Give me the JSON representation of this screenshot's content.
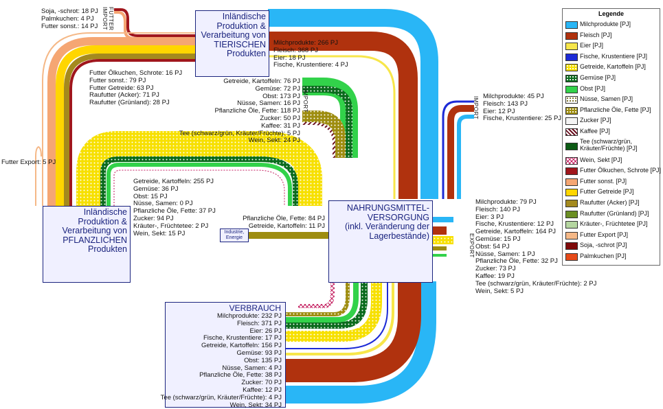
{
  "legend": {
    "title": "Legende",
    "items": [
      {
        "label": "Milchprodukte [PJ]",
        "color": "#29b6f6",
        "pattern": "solid"
      },
      {
        "label": "Fleisch [PJ]",
        "color": "#b0320e",
        "pattern": "solid"
      },
      {
        "label": "Eier [PJ]",
        "color": "#f7e64a",
        "pattern": "solid"
      },
      {
        "label": "Fische, Krustentiere [PJ]",
        "color": "#1c2ad6",
        "pattern": "solid"
      },
      {
        "label": "Getreide, Kartoffeln [PJ]",
        "color": "#f7e000",
        "pattern": "dots"
      },
      {
        "label": "Gemüse [PJ]",
        "color": "#0b6b1d",
        "pattern": "dots"
      },
      {
        "label": "Obst [PJ]",
        "color": "#32d24a",
        "pattern": "solid"
      },
      {
        "label": "Nüsse, Samen [PJ]",
        "color": "#ffffff",
        "pattern": "dots-dark"
      },
      {
        "label": "Pflanzliche Öle, Fette [PJ]",
        "color": "#9e8d10",
        "pattern": "dots"
      },
      {
        "label": "Zucker [PJ]",
        "color": "#f4f4f4",
        "pattern": "solid"
      },
      {
        "label": "Kaffee [PJ]",
        "color": "#6b1020",
        "pattern": "hatch"
      },
      {
        "label": "Tee (schwarz/grün,\nKräuter/Früchte) [PJ]",
        "color": "#0b5a14",
        "pattern": "solid",
        "tall": true
      },
      {
        "label": "Wein, Sekt [PJ]",
        "color": "#c2185b",
        "pattern": "cross"
      },
      {
        "label": "Futter Ölkuchen, Schrote [PJ]",
        "color": "#a0161c",
        "pattern": "solid"
      },
      {
        "label": "Futter sonst. [PJ]",
        "color": "#f5a673",
        "pattern": "solid"
      },
      {
        "label": "Futter Getreide [PJ]",
        "color": "#ffd600",
        "pattern": "solid"
      },
      {
        "label": "Raufutter (Acker) [PJ]",
        "color": "#a48a1e",
        "pattern": "solid"
      },
      {
        "label": "Raufutter (Grünland) [PJ]",
        "color": "#6b8e23",
        "pattern": "solid"
      },
      {
        "label": "Kräuter-, Früchtetee [PJ]",
        "color": "#b5d6a0",
        "pattern": "solid"
      },
      {
        "label": "Futter Export [PJ]",
        "color": "#f5b887",
        "pattern": "solid"
      },
      {
        "label": "Soja, -schrot [PJ]",
        "color": "#7f0b0b",
        "pattern": "solid"
      },
      {
        "label": "Palmkuchen [PJ]",
        "color": "#e64a19",
        "pattern": "solid"
      }
    ]
  },
  "boxes": {
    "tierisch": "Inländische\nProduktion &\nVerarbeitung von\nTIERISCHEN\nProdukten",
    "pflanzlich": "Inländische\nProduktion &\nVerarbeitung von\nPFLANZLICHEN\nProdukten",
    "versorgung": "NAHRUNGSMITTEL-\nVERSORGUNG\n(inkl. Veränderung der\nLagerbestände)",
    "verbrauch": "VERBRAUCH",
    "industrie": "Industrie,\nEnergie"
  },
  "vertical_labels": {
    "futter_import": "FUTTER IMPORT",
    "import_mid": "IMPORT",
    "import_right": "IMPORT",
    "export": "EXPORT"
  },
  "labels": {
    "futter_import": [
      "Soja, -schrot: 18 PJ",
      "Palmkuchen: 4 PJ",
      "Futter sonst.: 14 PJ"
    ],
    "tier_out": [
      "Milchprodukte: 266 PJ",
      "Fleisch: 368 PJ",
      "Eier: 18 PJ",
      "Fische, Krustentiere: 4 PJ"
    ],
    "futter_in": [
      "Futter Ölkuchen, Schrote: 16 PJ",
      "Futter sonst.: 79 PJ",
      "Futter Getreide: 63 PJ",
      "Raufutter (Acker): 71 PJ",
      "Raufutter (Grünland): 28 PJ"
    ],
    "import_pflanz": [
      "Getreide, Kartoffeln: 76 PJ",
      "Gemüse: 72 PJ",
      "Obst: 173 PJ",
      "Nüsse, Samen: 16 PJ",
      "Pflanzliche Öle, Fette: 118 PJ",
      "Zucker: 50 PJ",
      "Kaffee: 31 PJ",
      "Tee (schwarz/grün, Kräuter/Früchte): 5 PJ",
      "Wein, Sekt: 24 PJ"
    ],
    "import_tier": [
      "Milchprodukte: 45 PJ",
      "Fleisch: 143 PJ",
      "Eier: 12 PJ",
      "Fische, Krustentiere: 25 PJ"
    ],
    "futter_export": "Futter Export: 5 PJ",
    "pflanz_out": [
      "Getreide, Kartoffeln: 255 PJ",
      "Gemüse: 36 PJ",
      "Obst: 15 PJ",
      "Nüsse, Samen: 0 PJ",
      "Pflanzliche Öle, Fette: 37 PJ",
      "Zucker: 94 PJ",
      "Kräuter-, Früchtetee: 2 PJ",
      "Wein, Sekt: 15 PJ"
    ],
    "industrie": [
      "Pflanzliche Öle, Fette: 84 PJ",
      "Getreide, Kartoffeln: 11 PJ"
    ],
    "export": [
      "Milchprodukte: 79 PJ",
      "Fleisch: 140 PJ",
      "Eier: 3 PJ",
      "Fische, Krustentiere: 12 PJ",
      "Getreide, Kartoffeln: 164 PJ",
      "Gemüse: 15 PJ",
      "Obst: 54 PJ",
      "Nüsse, Samen: 1 PJ",
      "Pflanzliche Öle, Fette: 32 PJ",
      "Zucker: 73 PJ",
      "Kaffee: 19 PJ",
      "Tee (schwarz/grün, Kräuter/Früchte): 2 PJ",
      "Wein, Sekt: 5 PJ"
    ],
    "verbrauch": [
      "Milchprodukte: 232 PJ",
      "Fleisch: 371 PJ",
      "Eier: 26 PJ",
      "Fische, Krustentiere: 17 PJ",
      "Getreide, Kartoffeln: 156 PJ",
      "Gemüse: 93 PJ",
      "Obst: 135 PJ",
      "Nüsse, Samen: 4 PJ",
      "Pflanzliche Öle, Fette: 38 PJ",
      "Zucker: 70 PJ",
      "Kaffee: 12 PJ",
      "Tee (schwarz/grün, Kräuter/Früchte): 4 PJ",
      "Wein, Sekt: 34 PJ"
    ]
  }
}
